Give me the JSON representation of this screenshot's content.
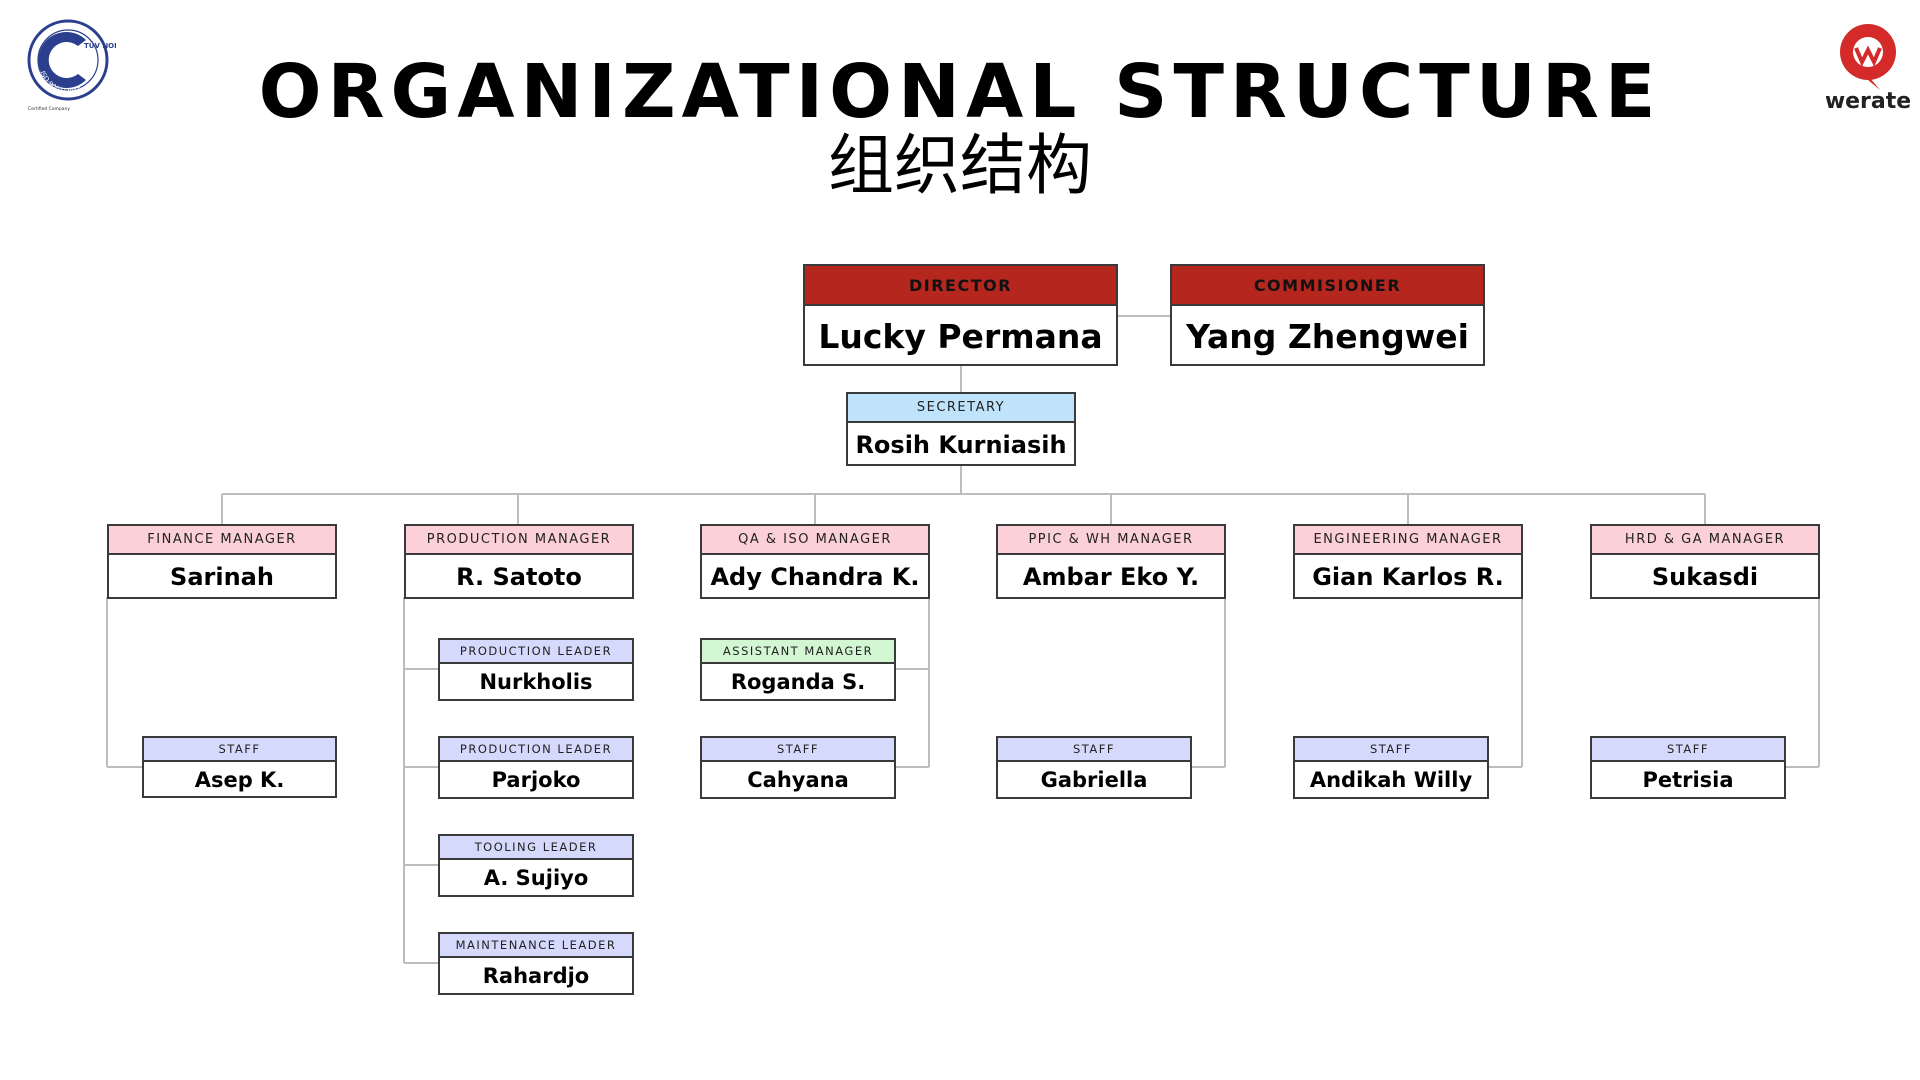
{
  "header": {
    "title": "ORGANIZATIONAL STRUCTURE",
    "subtitle": "组织结构"
  },
  "logos": {
    "left": {
      "icon": "tuv-nord-iso-9001-2015-badge",
      "text_top": "TÜV NORD",
      "text_ring": "ISO 9001:2015",
      "small_print": "Certified Company"
    },
    "right": {
      "icon": "werate-logo",
      "text": "werate",
      "color": "#d42a2a"
    }
  },
  "colors": {
    "executive_header": "#b5261e",
    "secretary_header": "#bfe3fb",
    "manager_header": "#fbd0d6",
    "leader_header": "#d5d9fb",
    "assistant_header": "#d3f6d3",
    "connector": "#bdbdbd"
  },
  "executives": [
    {
      "role": "DIRECTOR",
      "name": "Lucky Permana"
    },
    {
      "role": "COMMISIONER",
      "name": "Yang Zhengwei"
    }
  ],
  "secretary": {
    "role": "SECRETARY",
    "name": "Rosih Kurniasih"
  },
  "departments": [
    {
      "role": "FINANCE MANAGER",
      "name": "Sarinah",
      "subordinates": [
        {
          "role": "STAFF",
          "name": "Asep K."
        }
      ]
    },
    {
      "role": "PRODUCTION MANAGER",
      "name": "R. Satoto",
      "subordinates": [
        {
          "role": "PRODUCTION LEADER",
          "name": "Nurkholis"
        },
        {
          "role": "PRODUCTION LEADER",
          "name": "Parjoko"
        },
        {
          "role": "TOOLING LEADER",
          "name": "A. Sujiyo"
        },
        {
          "role": "MAINTENANCE LEADER",
          "name": "Rahardjo"
        }
      ]
    },
    {
      "role": "QA & ISO MANAGER",
      "name": "Ady Chandra K.",
      "subordinates": [
        {
          "role": "ASSISTANT MANAGER",
          "name": "Roganda S."
        },
        {
          "role": "STAFF",
          "name": "Cahyana"
        }
      ]
    },
    {
      "role": "PPIC & WH MANAGER",
      "name": "Ambar Eko Y.",
      "subordinates": [
        {
          "role": "STAFF",
          "name": "Gabriella"
        }
      ]
    },
    {
      "role": "ENGINEERING MANAGER",
      "name": "Gian Karlos R.",
      "subordinates": [
        {
          "role": "STAFF",
          "name": "Andikah Willy"
        }
      ]
    },
    {
      "role": "HRD & GA MANAGER",
      "name": "Sukasdi",
      "subordinates": [
        {
          "role": "STAFF",
          "name": "Petrisia"
        }
      ]
    }
  ]
}
